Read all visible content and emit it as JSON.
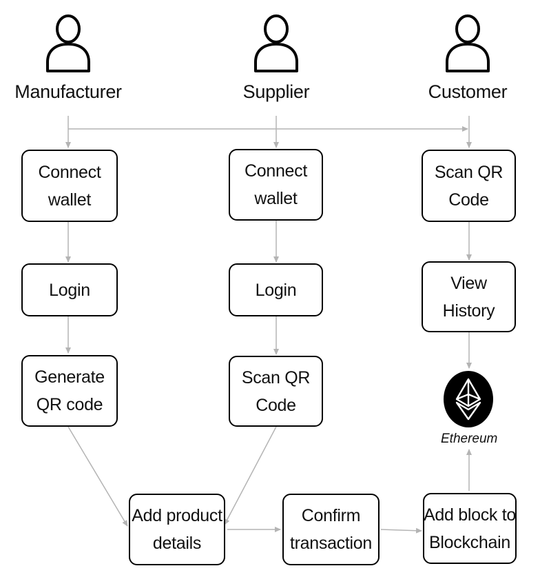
{
  "actors": {
    "manufacturer": "Manufacturer",
    "supplier": "Supplier",
    "customer": "Customer"
  },
  "manufacturer_steps": {
    "connect_line1": "Connect",
    "connect_line2": "wallet",
    "login": "Login",
    "generate_line1": "Generate",
    "generate_line2": "QR code"
  },
  "supplier_steps": {
    "connect_line1": "Connect",
    "connect_line2": "wallet",
    "login": "Login",
    "scan_line1": "Scan QR",
    "scan_line2": "Code"
  },
  "customer_steps": {
    "scan_line1": "Scan QR",
    "scan_line2": "Code",
    "history_line1": "View",
    "history_line2": "History"
  },
  "bottom_steps": {
    "add_product_line1": "Add product",
    "add_product_line2": "details",
    "confirm_line1": "Confirm",
    "confirm_line2": "transaction",
    "add_block_line1": "Add block to",
    "add_block_line2": "Blockchain"
  },
  "ethereum": {
    "label": "Ethereum",
    "icon": "ethereum-logo-icon"
  },
  "colors": {
    "arrow": "#b4b4b4",
    "box_border": "#000000",
    "icon": "#000000"
  }
}
